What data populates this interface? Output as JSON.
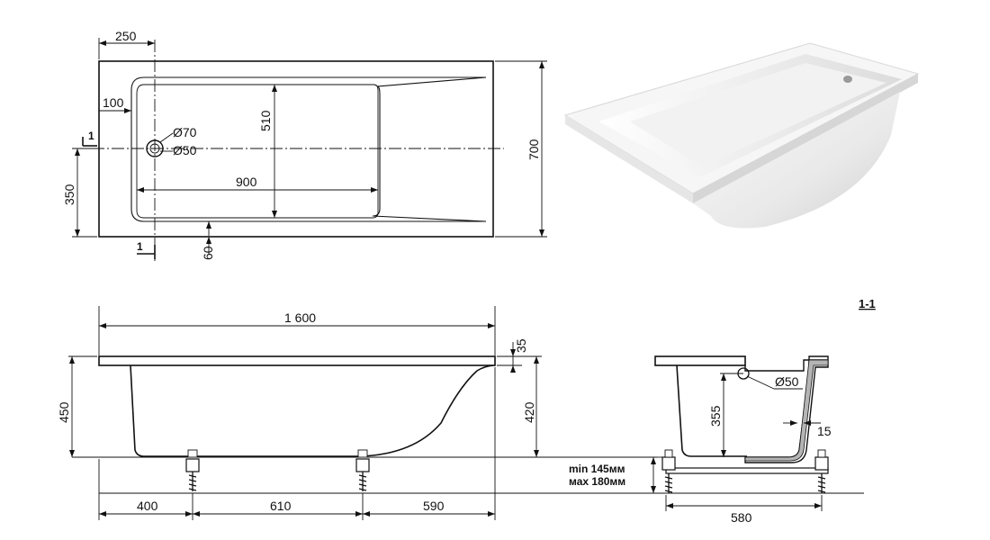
{
  "plan_view": {
    "dim_top_offset": "250",
    "dim_rim_width": "100",
    "dim_inner_width": "510",
    "dim_inner_length": "900",
    "dim_total_width": "700",
    "dim_half_width": "350",
    "dim_bottom_offset": "60",
    "drain_outer": "Ø70",
    "drain_inner": "Ø50",
    "section_marker": "1"
  },
  "side_view": {
    "dim_total_length": "1 600",
    "dim_rim_thickness": "35",
    "dim_depth": "420",
    "dim_total_height": "450",
    "dim_foot_left": "400",
    "dim_foot_span": "610",
    "dim_foot_right": "590"
  },
  "section_view": {
    "title": "1-1",
    "drain": "Ø50",
    "dim_drain_height": "355",
    "dim_wall": "15",
    "legs_min": "min 145мм",
    "legs_max": "мах 180мм",
    "dim_frame_width": "580"
  },
  "colors": {
    "line": "#111111",
    "background": "#ffffff"
  }
}
